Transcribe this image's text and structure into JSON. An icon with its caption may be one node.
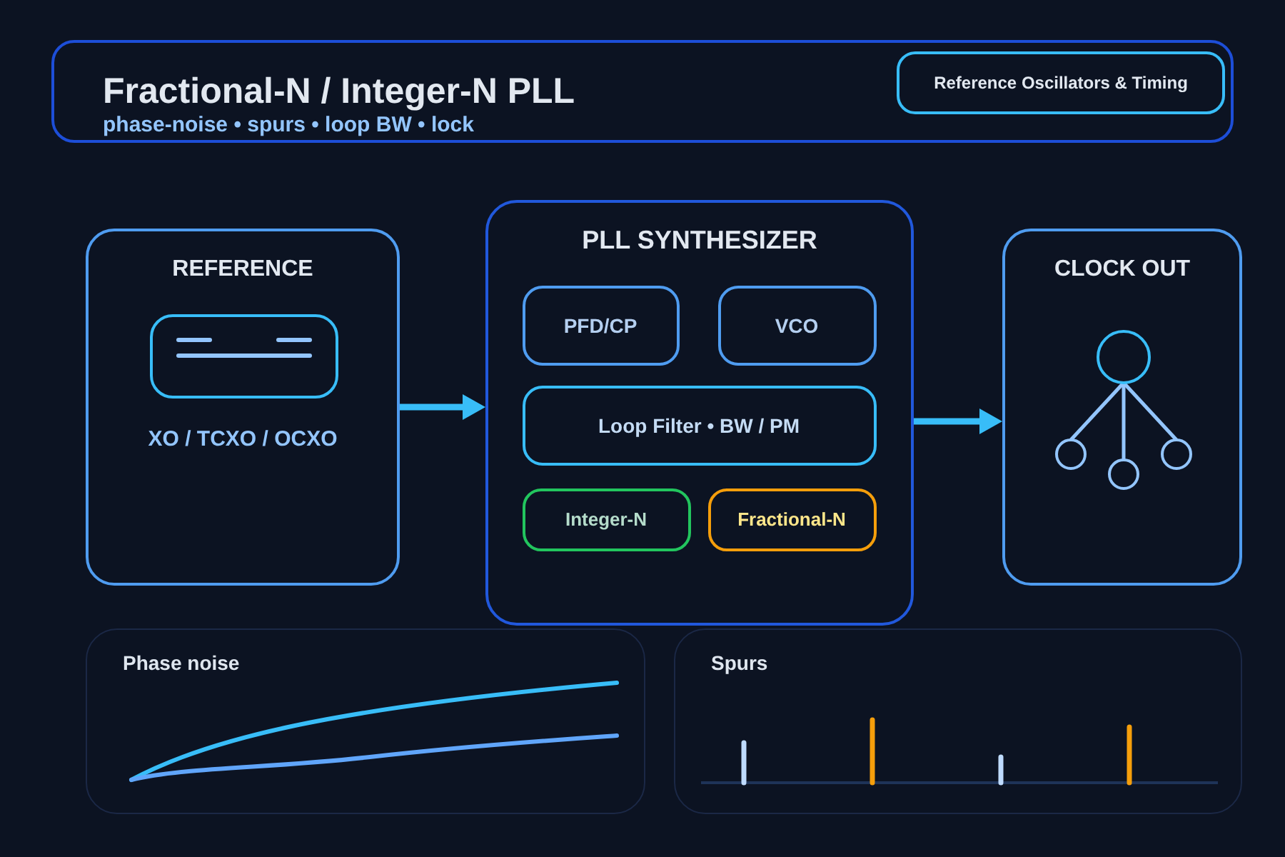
{
  "diagram": {
    "nodes": [
      {
        "text": [
          "Fractional-N / Integer-N PLL",
          "phase-noise • spurs • loop BW • lock"
        ]
      },
      {
        "text": [
          "Reference Oscillators & Timing"
        ],
        "in": 0
      },
      {
        "text": [
          "REFERENCE",
          "XO / TCXO / OCXO"
        ]
      },
      {
        "text": [
          "PLL SYNTHESIZER"
        ]
      },
      {
        "text": [
          "PFD/CP"
        ],
        "in": 3
      },
      {
        "text": [
          "VCO"
        ],
        "in": 3
      },
      {
        "text": [
          "Loop Filter • BW / PM"
        ],
        "in": 3
      },
      {
        "text": [
          "Integer-N"
        ],
        "in": 3
      },
      {
        "text": [
          "Fractional-N"
        ],
        "in": 3
      },
      {
        "text": [
          "CLOCK OUT"
        ]
      },
      {
        "text": [
          "Phase noise"
        ]
      },
      {
        "text": [
          "Spurs"
        ]
      }
    ],
    "edges": [
      {
        "from": 2,
        "to": 3,
        "arrow": "to"
      },
      {
        "from": 3,
        "to": 9,
        "arrow": "to"
      }
    ]
  }
}
